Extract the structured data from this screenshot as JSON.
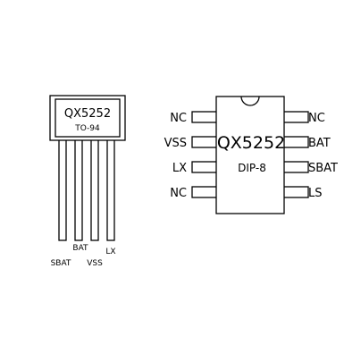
{
  "to94": {
    "part_number": "QX5252",
    "package": "TO-94",
    "pins": [
      {
        "label": "SBAT"
      },
      {
        "label": "BAT"
      },
      {
        "label": "VSS"
      },
      {
        "label": "LX"
      }
    ]
  },
  "dip8": {
    "part_number": "QX5252",
    "package": "DIP-8",
    "left_pins": [
      {
        "label": "NC"
      },
      {
        "label": "VSS"
      },
      {
        "label": "LX"
      },
      {
        "label": "NC"
      }
    ],
    "right_pins": [
      {
        "label": "NC"
      },
      {
        "label": "BAT"
      },
      {
        "label": "SBAT"
      },
      {
        "label": "LS"
      }
    ]
  }
}
